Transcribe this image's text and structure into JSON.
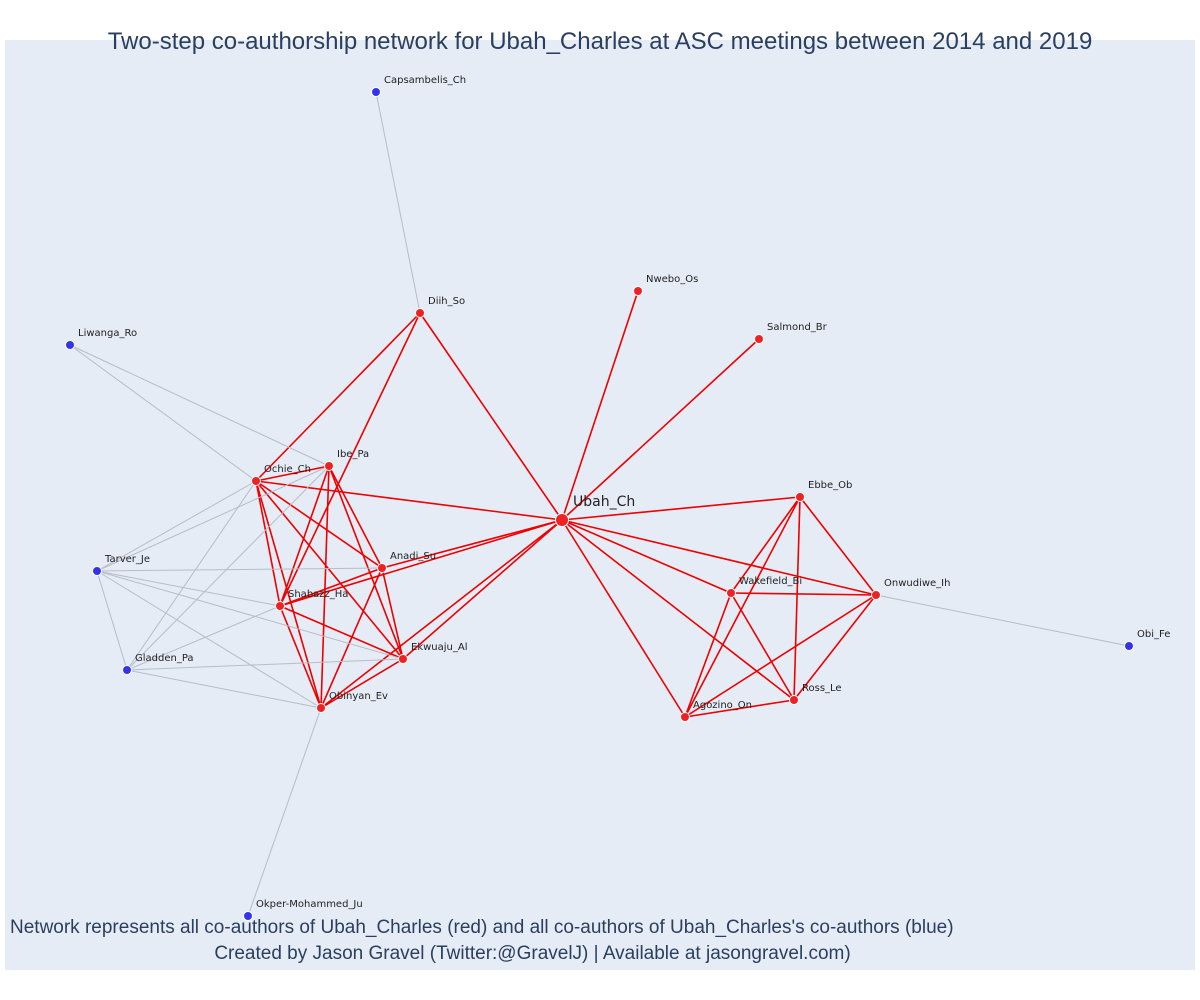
{
  "title": "Two-step co-authorship network for Ubah_Charles at ASC meetings between 2014 and 2019",
  "footer": {
    "line1": "Network represents all co-authors of Ubah_Charles (red) and all co-authors of Ubah_Charles's co-authors (blue)",
    "line2": "Created by Jason Gravel (Twitter:@GravelJ) | Available at jasongravel.com)"
  },
  "colors": {
    "background": "#e5ecf6",
    "coauthor": "#ee2222",
    "second_step": "#3333ee",
    "coauthor_edge": "#ee0000",
    "second_edge": "#b8bcc8",
    "text": "#2a3f5f"
  },
  "chart_data": {
    "type": "network",
    "center": "Ubah_Ch",
    "nodes": [
      {
        "id": "Ubah_Ch",
        "group": "center"
      },
      {
        "id": "Capsambelis_Ch",
        "group": "second"
      },
      {
        "id": "Diih_So",
        "group": "coauthor"
      },
      {
        "id": "Nwebo_Os",
        "group": "coauthor"
      },
      {
        "id": "Salmond_Br",
        "group": "coauthor"
      },
      {
        "id": "Liwanga_Ro",
        "group": "second"
      },
      {
        "id": "Ibe_Pa",
        "group": "coauthor"
      },
      {
        "id": "Ochie_Ch",
        "group": "coauthor"
      },
      {
        "id": "Ebbe_Ob",
        "group": "coauthor"
      },
      {
        "id": "Anadi_Su",
        "group": "coauthor"
      },
      {
        "id": "Tarver_Je",
        "group": "second"
      },
      {
        "id": "Shabazz_Ha",
        "group": "coauthor"
      },
      {
        "id": "Wakefield_Bi",
        "group": "coauthor"
      },
      {
        "id": "Onwudiwe_Ih",
        "group": "coauthor"
      },
      {
        "id": "Obi_Fe",
        "group": "second"
      },
      {
        "id": "Gladden_Pa",
        "group": "second"
      },
      {
        "id": "Ekwuaju_Al",
        "group": "coauthor"
      },
      {
        "id": "Ross_Le",
        "group": "coauthor"
      },
      {
        "id": "Obinyan_Ev",
        "group": "coauthor"
      },
      {
        "id": "Agozino_On",
        "group": "coauthor"
      },
      {
        "id": "Okper-Mohammed_Ju",
        "group": "second"
      }
    ],
    "edges": [
      [
        "Ubah_Ch",
        "Diih_So"
      ],
      [
        "Ubah_Ch",
        "Nwebo_Os"
      ],
      [
        "Ubah_Ch",
        "Salmond_Br"
      ],
      [
        "Ubah_Ch",
        "Ochie_Ch"
      ],
      [
        "Ubah_Ch",
        "Anadi_Su"
      ],
      [
        "Ubah_Ch",
        "Shabazz_Ha"
      ],
      [
        "Ubah_Ch",
        "Ekwuaju_Al"
      ],
      [
        "Ubah_Ch",
        "Obinyan_Ev"
      ],
      [
        "Ubah_Ch",
        "Ebbe_Ob"
      ],
      [
        "Ubah_Ch",
        "Onwudiwe_Ih"
      ],
      [
        "Ubah_Ch",
        "Wakefield_Bi"
      ],
      [
        "Ubah_Ch",
        "Ross_Le"
      ],
      [
        "Ubah_Ch",
        "Agozino_On"
      ],
      [
        "Diih_So",
        "Ochie_Ch"
      ],
      [
        "Diih_So",
        "Shabazz_Ha"
      ],
      [
        "Diih_So",
        "Capsambelis_Ch"
      ],
      [
        "Ochie_Ch",
        "Ibe_Pa"
      ],
      [
        "Ochie_Ch",
        "Anadi_Su"
      ],
      [
        "Ochie_Ch",
        "Shabazz_Ha"
      ],
      [
        "Ochie_Ch",
        "Ekwuaju_Al"
      ],
      [
        "Ochie_Ch",
        "Obinyan_Ev"
      ],
      [
        "Ibe_Pa",
        "Shabazz_Ha"
      ],
      [
        "Ibe_Pa",
        "Ekwuaju_Al"
      ],
      [
        "Ibe_Pa",
        "Obinyan_Ev"
      ],
      [
        "Ibe_Pa",
        "Anadi_Su"
      ],
      [
        "Anadi_Su",
        "Shabazz_Ha"
      ],
      [
        "Anadi_Su",
        "Ekwuaju_Al"
      ],
      [
        "Anadi_Su",
        "Obinyan_Ev"
      ],
      [
        "Shabazz_Ha",
        "Ekwuaju_Al"
      ],
      [
        "Shabazz_Ha",
        "Obinyan_Ev"
      ],
      [
        "Ekwuaju_Al",
        "Obinyan_Ev"
      ],
      [
        "Ebbe_Ob",
        "Wakefield_Bi"
      ],
      [
        "Ebbe_Ob",
        "Onwudiwe_Ih"
      ],
      [
        "Ebbe_Ob",
        "Ross_Le"
      ],
      [
        "Ebbe_Ob",
        "Agozino_On"
      ],
      [
        "Wakefield_Bi",
        "Onwudiwe_Ih"
      ],
      [
        "Wakefield_Bi",
        "Ross_Le"
      ],
      [
        "Wakefield_Bi",
        "Agozino_On"
      ],
      [
        "Onwudiwe_Ih",
        "Agozino_On"
      ],
      [
        "Onwudiwe_Ih",
        "Ross_Le"
      ],
      [
        "Ross_Le",
        "Agozino_On"
      ],
      [
        "Onwudiwe_Ih",
        "Obi_Fe"
      ],
      [
        "Liwanga_Ro",
        "Ochie_Ch"
      ],
      [
        "Liwanga_Ro",
        "Ibe_Pa"
      ],
      [
        "Tarver_Je",
        "Ochie_Ch"
      ],
      [
        "Tarver_Je",
        "Ibe_Pa"
      ],
      [
        "Tarver_Je",
        "Anadi_Su"
      ],
      [
        "Tarver_Je",
        "Shabazz_Ha"
      ],
      [
        "Tarver_Je",
        "Ekwuaju_Al"
      ],
      [
        "Tarver_Je",
        "Obinyan_Ev"
      ],
      [
        "Tarver_Je",
        "Gladden_Pa"
      ],
      [
        "Gladden_Pa",
        "Ochie_Ch"
      ],
      [
        "Gladden_Pa",
        "Ibe_Pa"
      ],
      [
        "Gladden_Pa",
        "Shabazz_Ha"
      ],
      [
        "Gladden_Pa",
        "Ekwuaju_Al"
      ],
      [
        "Gladden_Pa",
        "Obinyan_Ev"
      ],
      [
        "Obinyan_Ev",
        "Okper-Mohammed_Ju"
      ]
    ]
  }
}
